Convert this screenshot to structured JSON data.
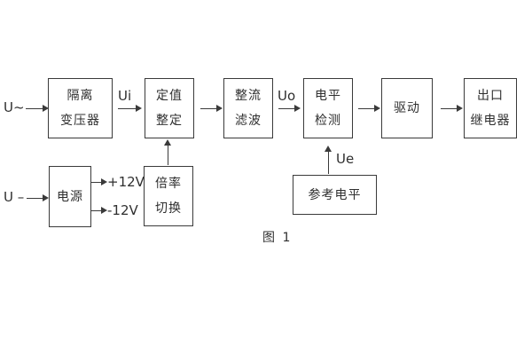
{
  "figure": {
    "caption": "图 1",
    "colors": {
      "line": "#3a3a3a",
      "text": "#2f2f2f",
      "background": "#ffffff"
    }
  },
  "labels": {
    "input_ac": "U~",
    "input_dc": "U –",
    "ui": "Ui",
    "uo": "Uo",
    "ue": "Ue",
    "plus_12v": "+12V",
    "minus_12v": "-12V"
  },
  "blocks": {
    "isolation_transformer": {
      "line1": "隔离",
      "line2": "变压器"
    },
    "value_setting": {
      "line1": "定值",
      "line2": "整定"
    },
    "rectify_filter": {
      "line1": "整流",
      "line2": "滤波"
    },
    "level_detect": {
      "line1": "电平",
      "line2": "检测"
    },
    "drive": {
      "label": "驱动"
    },
    "outlet_relay": {
      "line1": "出口",
      "line2": "继电器"
    },
    "power_supply": {
      "label": "电源"
    },
    "ratio_switch": {
      "line1": "倍率",
      "line2": "切换"
    },
    "reference_level": {
      "label": "参考电平"
    }
  }
}
